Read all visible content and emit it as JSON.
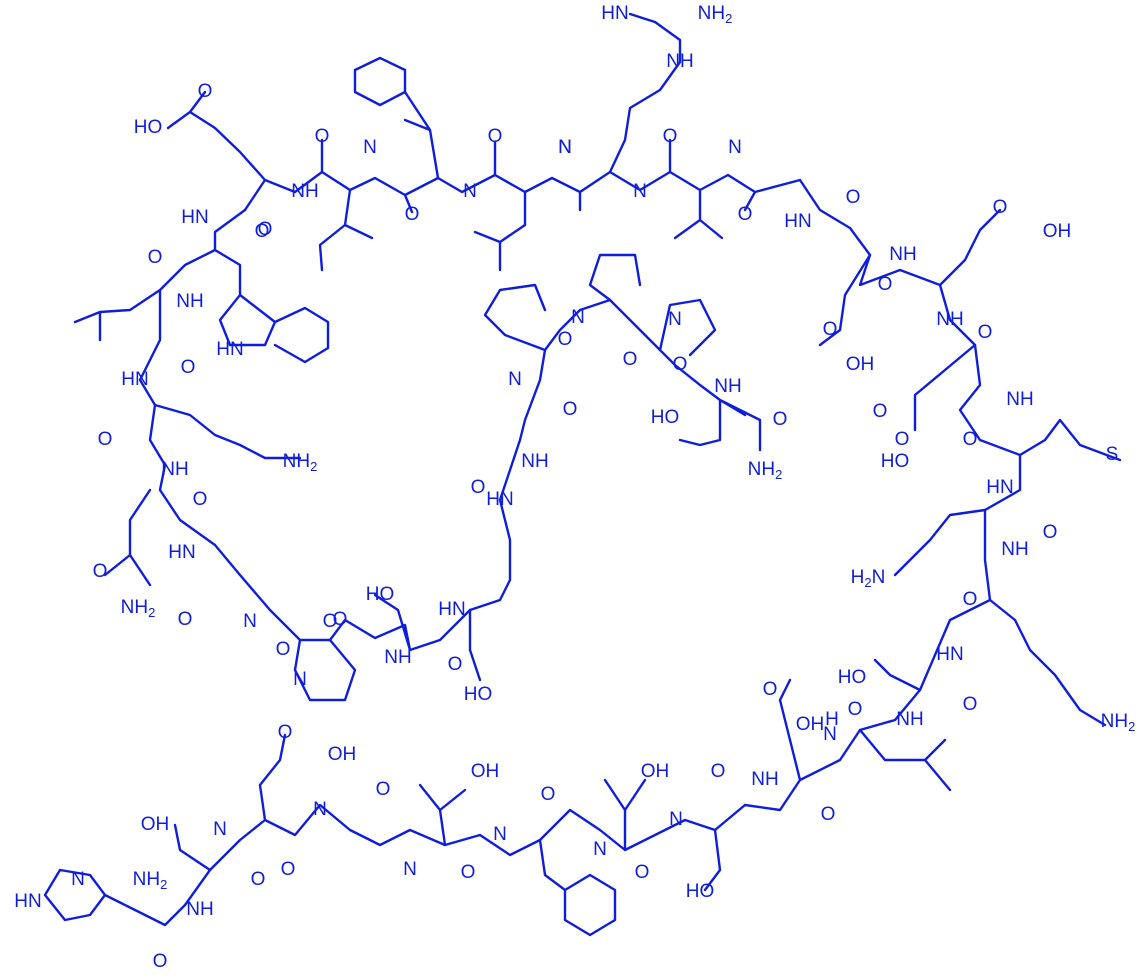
{
  "colors": {
    "ink": "#0f1edc",
    "background": "#ffffff"
  },
  "labels": {
    "guanidine_nh": "HN",
    "guanidine_nh2": "NH2",
    "guanidine_nh_link": "NH",
    "glu_top_acid": "HO",
    "glu_top_o": "O",
    "ile_nh": "NH",
    "ile_n": "N",
    "ile_o_up": "O",
    "ile_o_down": "O",
    "phe_n": "N",
    "leu_top_o": "O",
    "leu_top_n": "N",
    "arg_n": "N",
    "arg_o": "O",
    "arg_n2": "N",
    "val_o": "O",
    "val_n": "N",
    "ala_top_o": "O",
    "ala_top_nh": "HN",
    "glu_right_o": "O",
    "glu_right_acid_o": "O",
    "glu_right_acid_oh": "OH",
    "glu_right_nh": "NH",
    "glu_mid_o": "O",
    "glu_mid_oh": "OH",
    "glu_mid_acid_o": "O",
    "glu_mid_nh": "NH",
    "glu3_o": "O",
    "glu3_nh": "NH",
    "glu3_acid_o": "O",
    "glu3_ho": "HO",
    "met_s": "S",
    "met_o": "O",
    "met_hn": "HN",
    "gln_o_amide": "O",
    "gln_nh2": "H2N",
    "gln_o": "O",
    "gln_nh": "NH",
    "lys_right_o": "O",
    "lys_right_hn": "HN",
    "lys_right_nh2": "NH2",
    "ser_right_ho": "HO",
    "ser_right_o": "O",
    "ser_right_nh": "NH",
    "asp_right_o": "O",
    "asp_right_oh": "OH",
    "leu_right_o": "O",
    "leu_right_n": "N",
    "leu_right_h": "H",
    "asp_right_nh": "NH",
    "asp_right_o2": "O",
    "ser_bottom_o": "O",
    "ser_bottom_n": "N",
    "ser_bottom_oh": "HO",
    "thr_r_n": "N",
    "thr_r_oh": "OH",
    "thr_r_o": "O",
    "phe_b_o": "O",
    "phe_b_n": "N",
    "thr_l_oh": "OH",
    "thr_l_n": "N",
    "thr_l_o": "O",
    "gly_b_o": "O",
    "gly_b_n": "N",
    "asp_l_o": "O",
    "asp_l_oh": "OH",
    "asp_l_n": "N",
    "asp_l_o2": "O",
    "ser_l_oh": "OH",
    "ser_l_o": "O",
    "his_nh2": "NH2",
    "his_n": "N",
    "his_hn": "HN",
    "his_o": "O",
    "his_nh": "NH",
    "pro_n": "N",
    "pro_o": "O",
    "gly_l_o": "O",
    "gly_l_n": "N",
    "gly_l2_o": "O",
    "gly_l2_hn": "HN",
    "asn_o_side": "O",
    "asn_nh2": "NH2",
    "asn_o": "O",
    "asn_nh": "NH",
    "lys_left_nh2": "NH2",
    "lys_left_o": "O",
    "lys_left_hn": "HN",
    "leu_left_o": "O",
    "leu_left_nh": "NH",
    "trp_hn": "HN",
    "trp_o": "O",
    "trp_hn2": "HN",
    "glu_l_o": "O",
    "ser_m_ho": "HO",
    "ser_m_o": "O",
    "ser_m_nh": "NH",
    "ser_m2_hn": "HN",
    "ser_m2_o": "O",
    "ser_m2_ho": "HO",
    "gly_m_hn": "HN",
    "gly_m_o": "O",
    "ala_m_nh": "NH",
    "ala_m_o": "O",
    "pro1_n": "N",
    "pro1_o": "O",
    "pro2_n": "N",
    "pro2_o": "O",
    "pro3_n": "N",
    "pro3_o": "O",
    "ser_term_nh": "NH",
    "ser_term_ho": "HO",
    "ser_term_o": "O",
    "ser_term_nh2": "NH2"
  }
}
